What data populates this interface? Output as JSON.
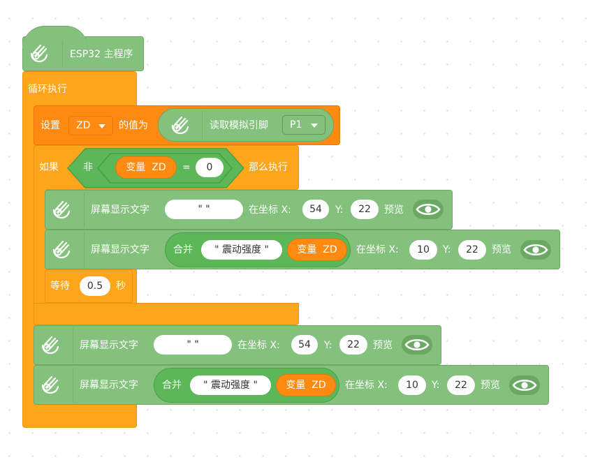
{
  "hat": {
    "label": "ESP32 主程序"
  },
  "loop": {
    "label": "循环执行"
  },
  "set_var": {
    "label": "设置",
    "var": "ZD",
    "value_label": "的值为",
    "read_label": "读取模拟引脚",
    "pin": "P1"
  },
  "if_block": {
    "if_label": "如果",
    "not_label": "非",
    "var_label": "变量",
    "var_name": "ZD",
    "eq": "=",
    "value": "0",
    "then_label": "那么执行"
  },
  "wait": {
    "label": "等待",
    "value": "0.5",
    "unit": "秒"
  },
  "display": {
    "label": "屏幕显示文字",
    "concat_label": "合并",
    "text_value": "\"             \"",
    "text_zd": "\" 震动强度 \"",
    "var_label": "变量",
    "var_name": "ZD",
    "at_label": "在坐标 X:",
    "y_label": "Y:",
    "preview_label": "预览",
    "x1": "54",
    "y1": "22",
    "x2": "10",
    "y2": "22"
  }
}
